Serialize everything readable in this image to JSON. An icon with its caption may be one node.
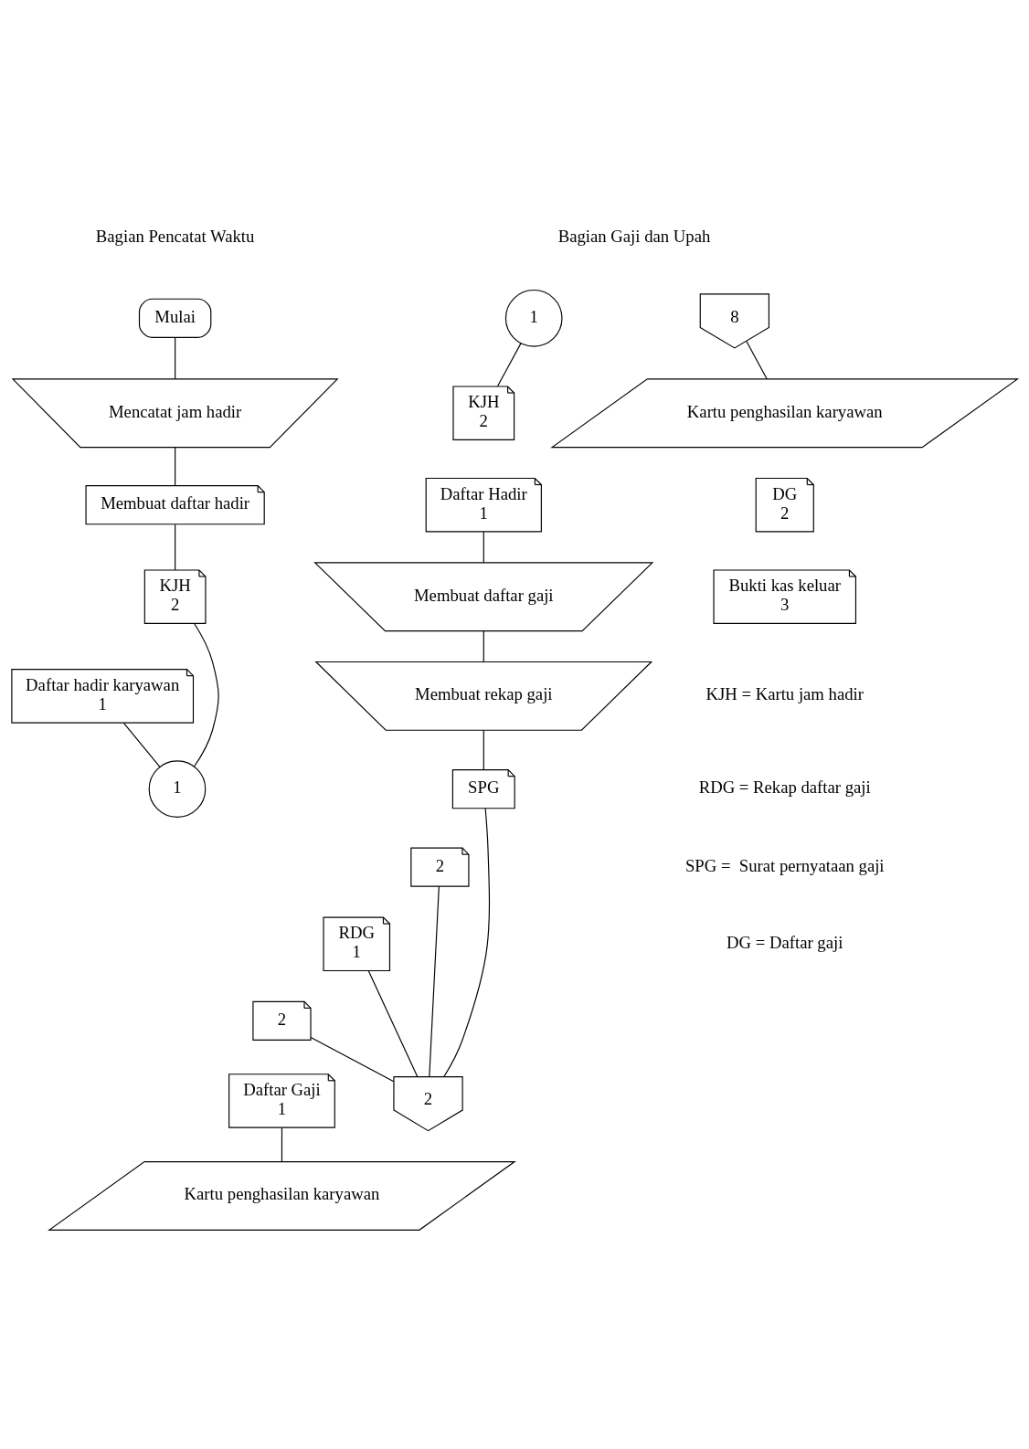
{
  "diagram": {
    "nodes": [
      {
        "text": [
          "Mulai"
        ]
      },
      {
        "text": [
          "Mencatat jam hadir"
        ]
      },
      {
        "text": [
          "Membuat daftar hadir"
        ]
      },
      {
        "text": [
          "KJH",
          "2"
        ]
      },
      {
        "text": [
          "Daftar hadir karyawan",
          "1"
        ]
      },
      {
        "text": [
          "1"
        ]
      },
      {
        "text": [
          "1"
        ]
      },
      {
        "text": [
          "KJH",
          "2"
        ]
      },
      {
        "text": [
          "Daftar Hadir",
          "1"
        ]
      },
      {
        "text": [
          "Membuat daftar gaji"
        ]
      },
      {
        "text": [
          "Membuat rekap gaji"
        ]
      },
      {
        "text": [
          "SPG"
        ]
      },
      {
        "text": [
          "2"
        ]
      },
      {
        "text": [
          "RDG",
          "1"
        ]
      },
      {
        "text": [
          "2"
        ]
      },
      {
        "text": [
          "Daftar Gaji",
          "1"
        ]
      },
      {
        "text": [
          "Kartu penghasilan karyawan"
        ]
      },
      {
        "text": [
          "2"
        ]
      },
      {
        "text": [
          "8"
        ]
      },
      {
        "text": [
          "Kartu penghasilan karyawan"
        ]
      },
      {
        "text": [
          "DG",
          "2"
        ]
      },
      {
        "text": [
          "Bukti kas keluar",
          "3"
        ]
      }
    ],
    "edges": [
      {
        "from": 0,
        "to": 1,
        "arrow": "none"
      },
      {
        "from": 1,
        "to": 2,
        "arrow": "none"
      },
      {
        "from": 2,
        "to": 3,
        "arrow": "none"
      },
      {
        "from": 4,
        "to": 5,
        "arrow": "none"
      },
      {
        "from": 3,
        "to": 5,
        "arrow": "none"
      },
      {
        "from": 6,
        "to": 7,
        "arrow": "none"
      },
      {
        "from": 8,
        "to": 9,
        "arrow": "none"
      },
      {
        "from": 9,
        "to": 10,
        "arrow": "none"
      },
      {
        "from": 10,
        "to": 11,
        "arrow": "none"
      },
      {
        "from": 15,
        "to": 16,
        "arrow": "none"
      },
      {
        "from": 11,
        "to": 17,
        "arrow": "none"
      },
      {
        "from": 12,
        "to": 17,
        "arrow": "none"
      },
      {
        "from": 13,
        "to": 17,
        "arrow": "none"
      },
      {
        "from": 14,
        "to": 17,
        "arrow": "none"
      },
      {
        "from": 18,
        "to": 19,
        "arrow": "none"
      }
    ],
    "labels": [
      "Bagian Pencatat Waktu",
      "Bagian Gaji dan Upah",
      "KJH = Kartu jam hadir",
      "RDG = Rekap daftar gaji",
      "SPG =  Surat pernyataan gaji",
      "DG = Daftar gaji"
    ]
  }
}
